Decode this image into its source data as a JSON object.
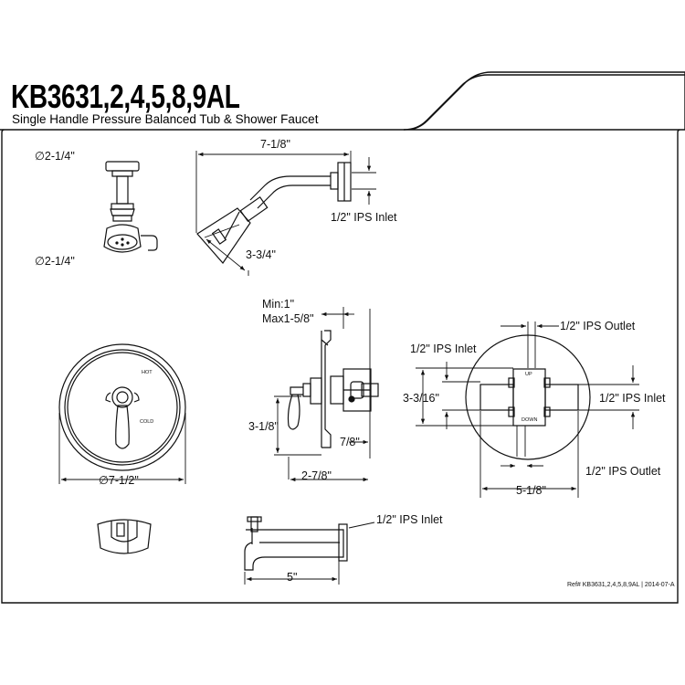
{
  "header": {
    "model": "KB3631,2,4,5,8,9AL",
    "description": "Single Handle Pressure Balanced Tub & Shower Faucet"
  },
  "dimensions": {
    "showerhead_dia_top": "∅2-1/4\"",
    "showerhead_dia_bottom": "∅2-1/4\"",
    "arm_length": "7-1/8\"",
    "arm_inlet": "1/2\" IPS Inlet",
    "arm_drop": "3-3/4\"",
    "min_depth": "Min:1\"",
    "max_depth": "Max1-5/8\"",
    "valve_height": "3-1/8\"",
    "valve_depth_78": "7/8\"",
    "valve_depth_278": "2-7/8\"",
    "trim_dia": "∅7-1/2\"",
    "valve_outlet_top": "1/2\" IPS Outlet",
    "valve_inlet_left": "1/2\" IPS Inlet",
    "valve_inlet_right": "1/2\" IPS Inlet",
    "valve_height_3316": "3-3/16\"",
    "valve_outlet_bottom": "1/2\" IPS Outlet",
    "valve_width": "5-1/8\"",
    "spout_inlet": "1/2\" IPS Inlet",
    "spout_length": "5\""
  },
  "markings": {
    "hot": "HOT",
    "cold": "COLD",
    "up": "UP",
    "down": "DOWN"
  },
  "footer": {
    "reference": "Ref# KB3631,2,4,5,8,9AL | 2014-07-A"
  }
}
